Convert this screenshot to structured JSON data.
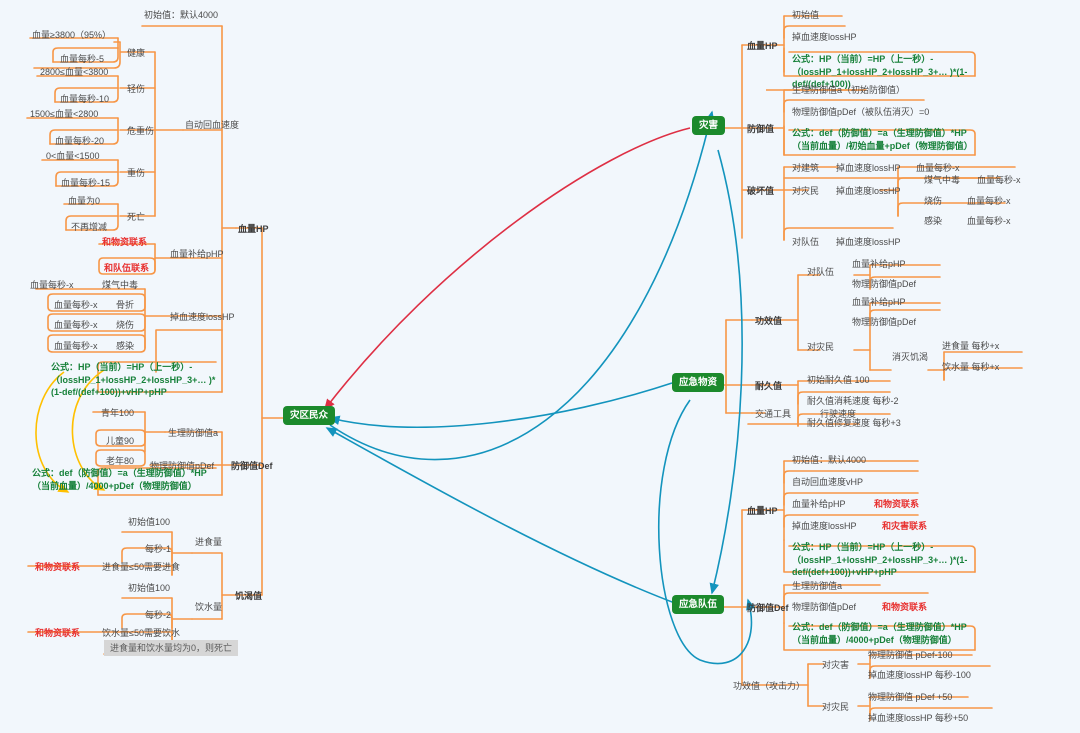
{
  "meta": {
    "background_color": "#f2f7fc",
    "branch_color": "#f79646",
    "node_green": "#1c8a2c",
    "formula_green": "#17813a",
    "link_red": "#e8302f",
    "arrow_red": "#de2f44",
    "arrow_blue": "#1394bd",
    "arrow_yellow": "#ffc000",
    "text_gray": "#4a4a4a"
  },
  "center": {
    "label": "灾区民众"
  },
  "right_roots": [
    {
      "label": "灾害"
    },
    {
      "label": "应急物资"
    },
    {
      "label": "应急队伍"
    }
  ],
  "left": {
    "hp_branch": {
      "label": "血量HP",
      "initial": "初始值：默认4000",
      "regen_label": "自动回血速度",
      "states": [
        {
          "name": "健康",
          "cond": "血量≥3800（95%）",
          "rate": "血量每秒-5"
        },
        {
          "name": "轻伤",
          "cond": "2800≤血量<3800",
          "rate": "血量每秒-10"
        },
        {
          "name": "危重伤",
          "cond": "1500≤血量<2800",
          "rate": "血量每秒-20"
        },
        {
          "name": "重伤",
          "cond": "0<血量<1500",
          "rate": "血量每秒-15"
        },
        {
          "name": "死亡",
          "cond": "血量为0",
          "rate": "不再增减"
        }
      ],
      "php_label": "血量补给pHP",
      "php_links": [
        "和物资联系",
        "和队伍联系"
      ],
      "losshp_label": "掉血速度lossHP",
      "losshp_items": [
        {
          "name": "煤气中毒",
          "rate": "血量每秒-x"
        },
        {
          "name": "骨折",
          "rate": "血量每秒-x"
        },
        {
          "name": "烧伤",
          "rate": "血量每秒-x"
        },
        {
          "name": "感染",
          "rate": "血量每秒-x"
        }
      ],
      "formula": "公式：HP（当前）=HP（上一秒）-（lossHP_1+lossHP_2+lossHP_3+… )*(1-def/(def+100))+vHP+pHP"
    },
    "def_branch": {
      "label": "防御值Def",
      "a_label": "生理防御值a",
      "ages": [
        "青年100",
        "儿童90",
        "老年80"
      ],
      "pdef_label": "物理防御值pDef",
      "formula": "公式：def（防御值）=a（生理防御值）*HP（当前血量）/4000+pDef（物理防御值）"
    },
    "hunger_branch": {
      "label": "饥渴值",
      "food": {
        "label": "进食量",
        "initial": "初始值100",
        "rate": "每秒-1",
        "threshold": "进食量≤50需要进食",
        "link": "和物资联系"
      },
      "water": {
        "label": "饮水量",
        "initial": "初始值100",
        "rate": "每秒-2",
        "threshold": "饮水量≤50需要饮水",
        "link": "和物资联系"
      },
      "death_note": "进食量和饮水量均为0，则死亡"
    }
  },
  "disaster": {
    "hp": {
      "label": "血量HP",
      "items": [
        "初始值",
        "掉血速度lossHP"
      ],
      "formula": "公式：HP（当前）=HP（上一秒）-（lossHP_1+lossHP_2+lossHP_3+… )*(1-def/(def+100))"
    },
    "def": {
      "label": "防御值",
      "items": [
        "生理防御值a（初始防御值）",
        "物理防御值pDef（被队伍消灭）=0"
      ],
      "formula": "公式：def（防御值）=a（生理防御值）*HP（当前血量）/初始血量+pDef（物理防御值）"
    },
    "damage": {
      "label": "破坏值",
      "to_building": {
        "target": "对建筑",
        "effect": "掉血速度lossHP",
        "rate": "血量每秒-x"
      },
      "to_victims": {
        "target": "对灾民",
        "effect": "掉血速度lossHP",
        "sub": [
          {
            "name": "煤气中毒",
            "rate": "血量每秒-x"
          },
          {
            "name": "烧伤",
            "rate": "血量每秒-x"
          },
          {
            "name": "感染",
            "rate": "血量每秒-x"
          }
        ]
      },
      "to_team": {
        "target": "对队伍",
        "effect": "掉血速度lossHP"
      }
    }
  },
  "supplies": {
    "effect": {
      "label": "功效值",
      "to_team": {
        "target": "对队伍",
        "items": [
          "血量补给pHP",
          "物理防御值pDef"
        ]
      },
      "to_victims": {
        "target": "对灾民",
        "items": [
          "血量补给pHP",
          "物理防御值pDef"
        ],
        "hunger": {
          "label": "消灭饥渴",
          "food": "进食量 每秒+x",
          "water": "饮水量 每秒+x"
        }
      }
    },
    "durability": {
      "label": "耐久值",
      "items": [
        "初始耐久值 100",
        "耐久值消耗速度 每秒-2",
        "耐久值修复速度 每秒+3"
      ]
    },
    "vehicle": {
      "label": "交通工具",
      "attr": "行驶速度"
    }
  },
  "team": {
    "hp": {
      "label": "血量HP",
      "initial": "初始值：默认4000",
      "vhp": "自动回血速度vHP",
      "php": "血量补给pHP",
      "php_link": "和物资联系",
      "losshp": "掉血速度lossHP",
      "losshp_link": "和灾害联系",
      "formula": "公式：HP（当前）=HP（上一秒）-（lossHP_1+lossHP_2+lossHP_3+… )*(1-def/(def+100))+vHP+pHP"
    },
    "def": {
      "label": "防御值Def",
      "a_label": "生理防御值a",
      "pdef_label": "物理防御值pDef",
      "pdef_link": "和物资联系",
      "formula": "公式：def（防御值）=a（生理防御值）*HP（当前血量）/4000+pDef（物理防御值）"
    },
    "power": {
      "label": "功效值（攻击力）",
      "to_disaster": {
        "target": "对灾害",
        "items": [
          "物理防御值 pDef-100",
          "掉血速度lossHP 每秒-100"
        ]
      },
      "to_victims": {
        "target": "对灾民",
        "items": [
          "物理防御值 pDef +50",
          "掉血速度lossHP 每秒+50"
        ]
      }
    }
  }
}
